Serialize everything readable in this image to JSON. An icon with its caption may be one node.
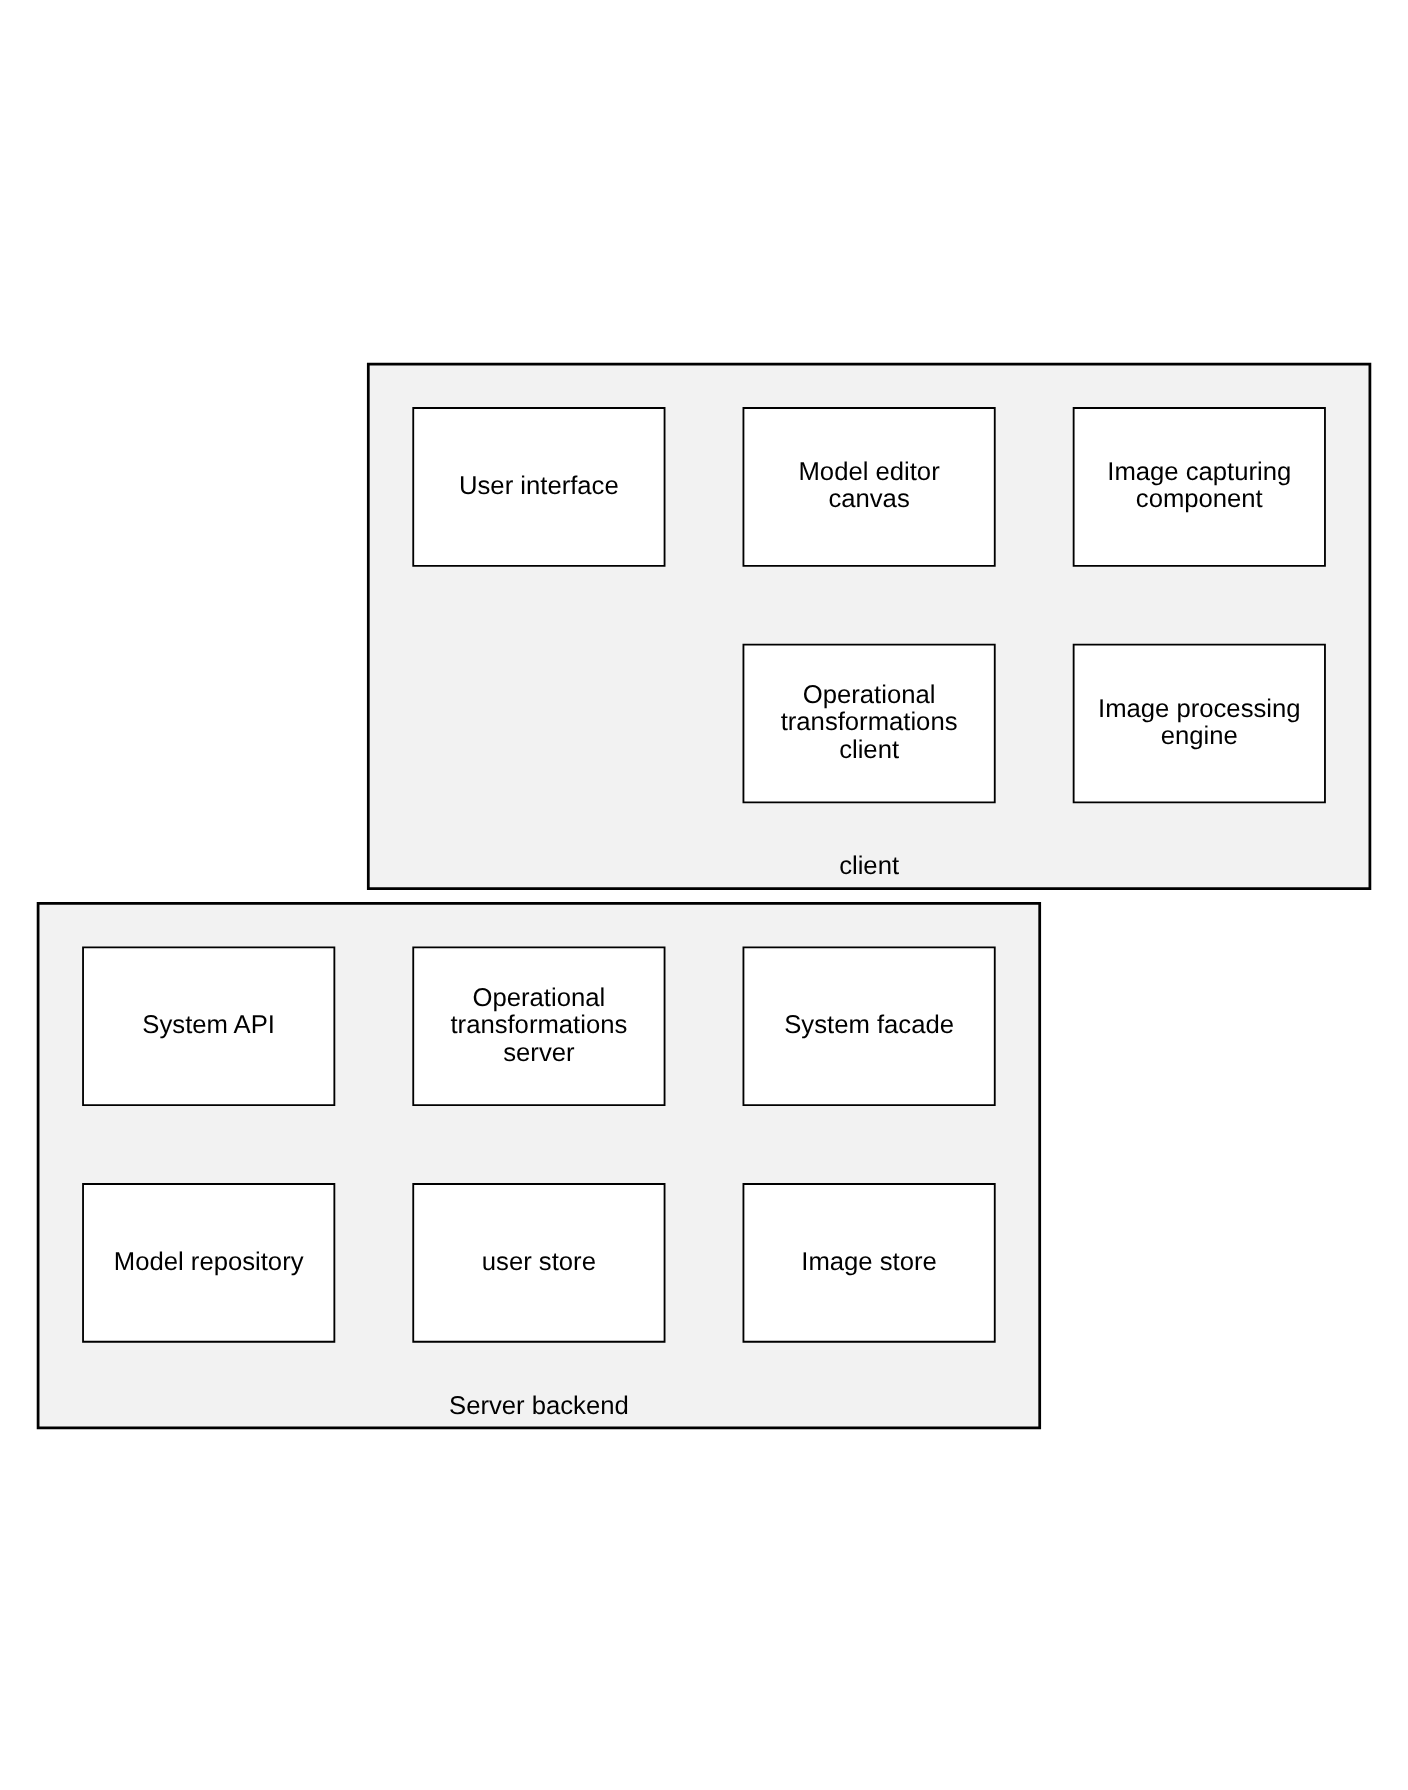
{
  "diagram": {
    "nodes": [
      {
        "text": [
          "client"
        ]
      },
      {
        "text": [
          "Image capturing component"
        ],
        "in": 0
      },
      {
        "text": [
          "Model editor canvas"
        ],
        "in": 0
      },
      {
        "text": [
          "User interface"
        ],
        "in": 0
      },
      {
        "text": [
          "Image processing engine"
        ],
        "in": 0
      },
      {
        "text": [
          "Operational transformations client"
        ],
        "in": 0
      },
      {
        "text": [
          "Server backend"
        ]
      },
      {
        "text": [
          "System facade"
        ],
        "in": 6
      },
      {
        "text": [
          "Operational transformations server"
        ],
        "in": 6
      },
      {
        "text": [
          "System API"
        ],
        "in": 6
      },
      {
        "text": [
          "Image store"
        ],
        "in": 6
      },
      {
        "text": [
          "user store"
        ],
        "in": 6
      },
      {
        "text": [
          "Model repository"
        ],
        "in": 6
      }
    ],
    "edges": []
  }
}
